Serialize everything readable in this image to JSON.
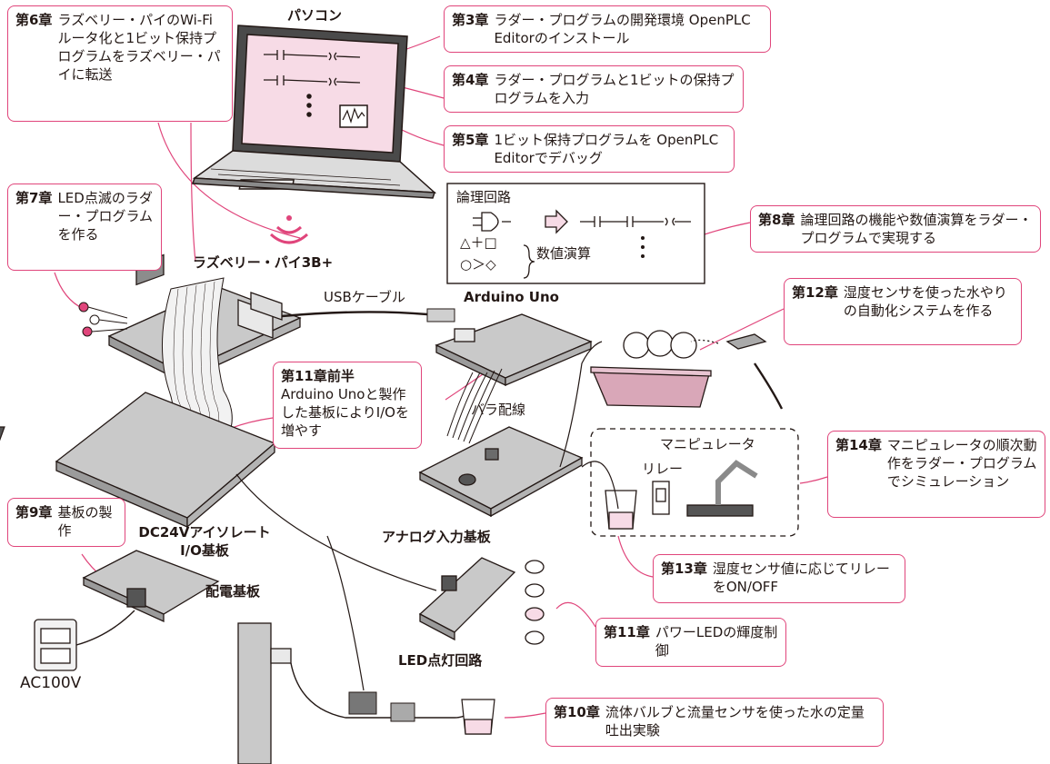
{
  "colors": {
    "accent": "#e0457b",
    "line": "#231815",
    "screen": "#f7dbe6",
    "board": "#c9c9c9",
    "pot": "#d9a7b8"
  },
  "callouts": {
    "ch6": {
      "chapter": "第6章",
      "text": "ラズベリー・パイのWi-Fiルータ化と1ビット保持プログラムをラズベリー・パイに転送"
    },
    "ch3": {
      "chapter": "第3章",
      "text": "ラダー・プログラムの開発環境 OpenPLC Editorのインストール"
    },
    "ch4": {
      "chapter": "第4章",
      "text": "ラダー・プログラムと1ビットの保持プログラムを入力"
    },
    "ch5": {
      "chapter": "第5章",
      "text": "1ビット保持プログラムを OpenPLC Editorでデバッグ"
    },
    "ch7": {
      "chapter": "第7章",
      "text": "LED点滅のラダー・プログラムを作る"
    },
    "ch8": {
      "chapter": "第8章",
      "text": "論理回路の機能や数値演算をラダー・プログラムで実現する"
    },
    "ch12": {
      "chapter": "第12章",
      "text": "湿度センサを使った水やりの自動化システムを作る"
    },
    "ch11a": {
      "chapter": "第11章前半",
      "text": "Arduino Unoと製作した基板によりI/Oを増やす"
    },
    "ch14": {
      "chapter": "第14章",
      "text": "マニピュレータの順次動作をラダー・プログラムでシミュレーション"
    },
    "ch9": {
      "chapter": "第9章",
      "text": "基板の製作"
    },
    "ch13": {
      "chapter": "第13章",
      "text": "湿度センサ値に応じてリレーをON/OFF"
    },
    "ch11": {
      "chapter": "第11章",
      "text": "パワーLEDの輝度制御"
    },
    "ch10": {
      "chapter": "第10章",
      "text": "流体バルブと流量センサを使った水の定量吐出実験"
    }
  },
  "labels": {
    "pc": "パソコン",
    "raspi": "ラズベリー・パイ3B+",
    "usb": "USBケーブル",
    "arduino": "Arduino Uno",
    "bara": "バラ配線",
    "dc24v": "DC24Vアイソレート I/O基板",
    "analog": "アナログ入力基板",
    "haiden": "配電基板",
    "led_circuit": "LED点灯回路",
    "ac100v": "AC100V",
    "manipulator": "マニピュレータ",
    "relay": "リレー",
    "logic_title": "論理回路",
    "numeric": "数値演算",
    "numeric_symbols_1": "△＋□",
    "numeric_symbols_2": "○＞◇"
  }
}
